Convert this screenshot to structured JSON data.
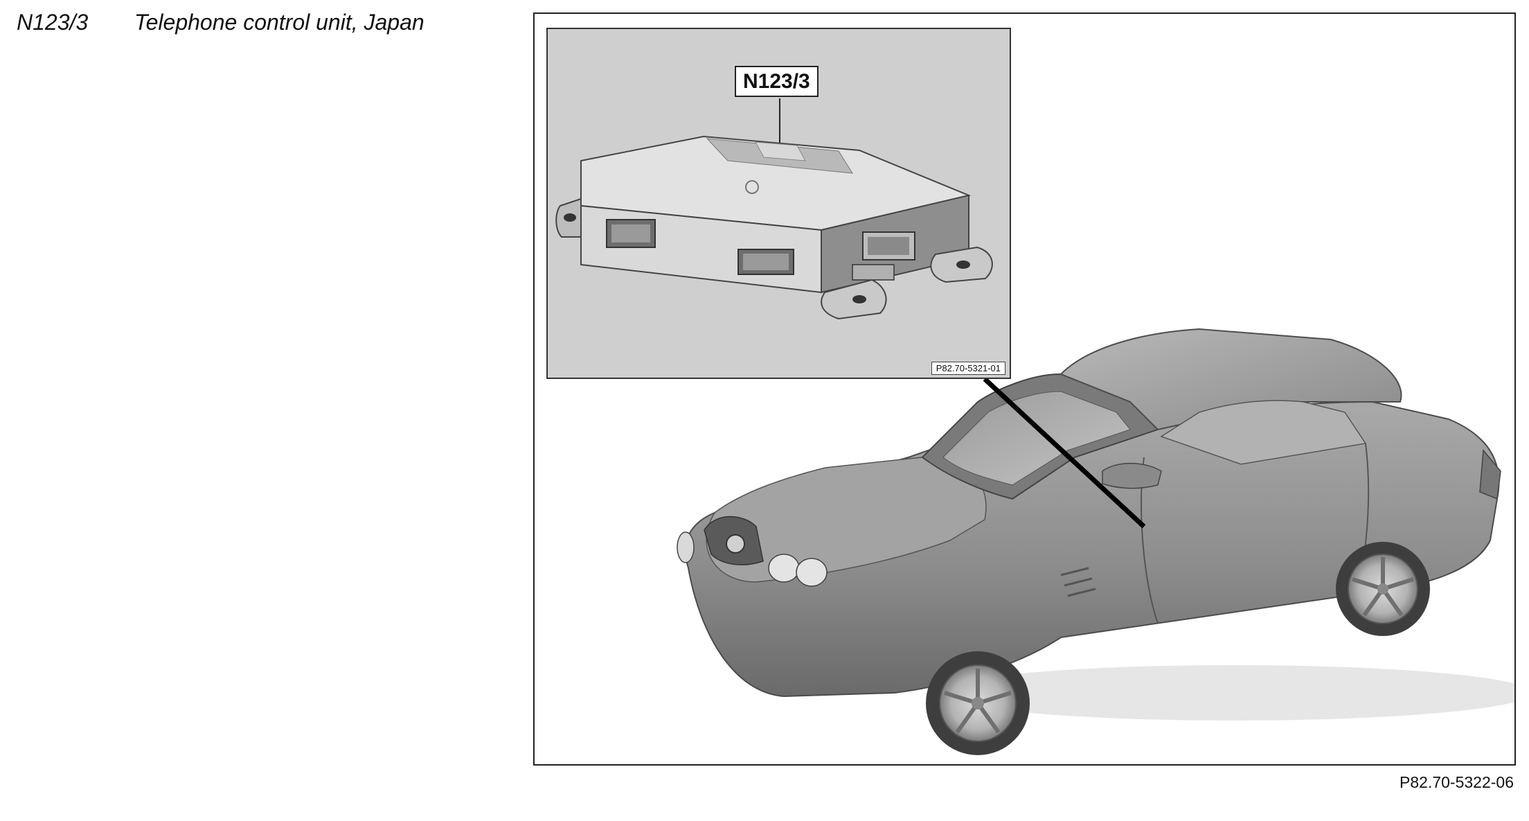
{
  "caption": {
    "code": "N123/3",
    "title": "Telephone control unit, Japan"
  },
  "inset": {
    "callout_label": "N123/3",
    "reference": "P82.70-5321-01"
  },
  "figure": {
    "reference": "P82.70-5322-06"
  }
}
